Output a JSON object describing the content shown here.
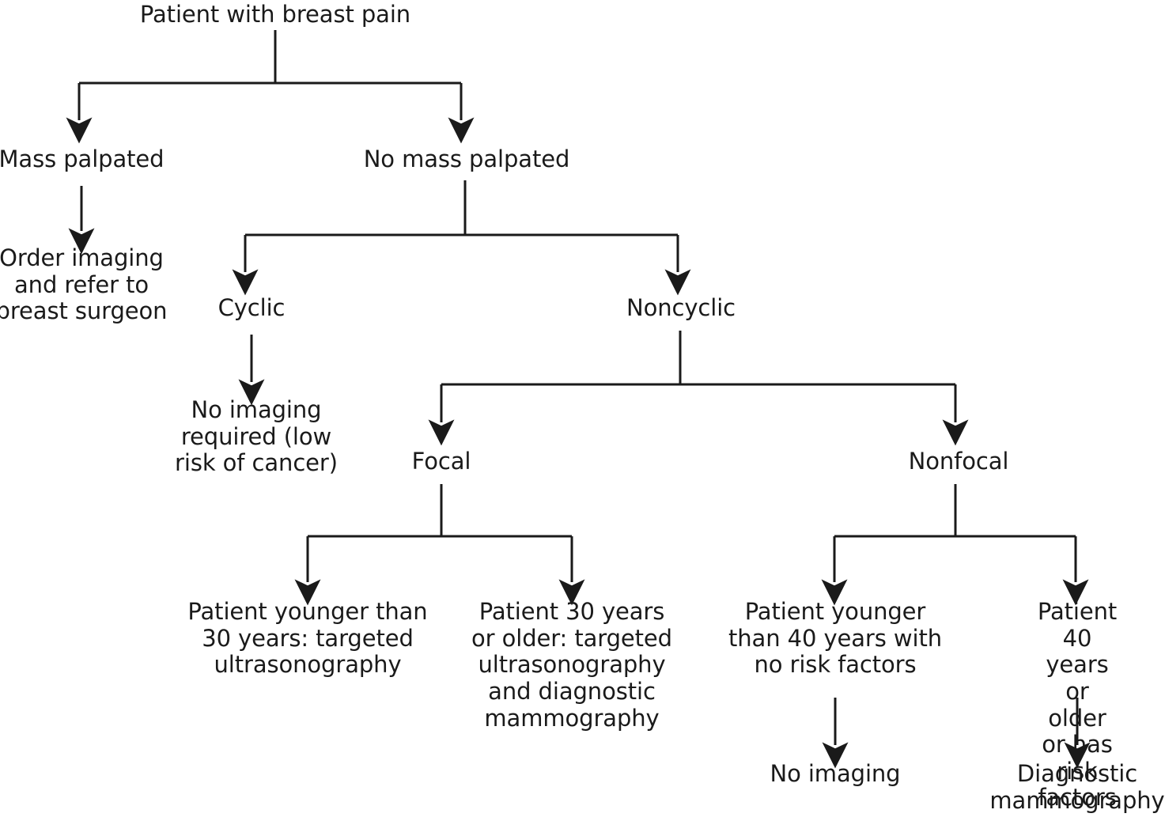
{
  "figure": {
    "type": "flowchart",
    "orientation": "top-down",
    "background_color": "#ffffff",
    "line_color": "#1a1a1a",
    "text_color": "#1a1a1a"
  },
  "nodes": {
    "root": "Patient with breast pain",
    "mass_palpated": "Mass palpated",
    "order_imaging": "Order imaging\nand refer to\nbreast surgeon",
    "no_mass_palpated": "No mass palpated",
    "cyclic": "Cyclic",
    "no_imaging_required": "No imaging\nrequired (low\nrisk of cancer)",
    "noncyclic": "Noncyclic",
    "focal": "Focal",
    "nonfocal": "Nonfocal",
    "focal_young": "Patient younger than\n30 years: targeted\nultrasonography",
    "focal_older": "Patient 30 years\nor older: targeted\nultrasonography\nand diagnostic\nmammography",
    "nonfocal_young": "Patient younger\nthan 40 years with\nno risk factors",
    "nonfocal_older": "Patient 40 years\nor older or has\nrisk factors",
    "nonfocal_young_result": "No imaging",
    "nonfocal_older_result": "Diagnostic\nmammography"
  },
  "edges": [
    {
      "from": "root",
      "to": "mass_palpated",
      "style": "elbow-arrow"
    },
    {
      "from": "root",
      "to": "no_mass_palpated",
      "style": "elbow-arrow"
    },
    {
      "from": "mass_palpated",
      "to": "order_imaging",
      "style": "straight-arrow"
    },
    {
      "from": "no_mass_palpated",
      "to": "cyclic",
      "style": "elbow-arrow"
    },
    {
      "from": "no_mass_palpated",
      "to": "noncyclic",
      "style": "elbow-arrow"
    },
    {
      "from": "cyclic",
      "to": "no_imaging_required",
      "style": "straight-arrow"
    },
    {
      "from": "noncyclic",
      "to": "focal",
      "style": "elbow-arrow"
    },
    {
      "from": "noncyclic",
      "to": "nonfocal",
      "style": "elbow-arrow"
    },
    {
      "from": "focal",
      "to": "focal_young",
      "style": "elbow-arrow"
    },
    {
      "from": "focal",
      "to": "focal_older",
      "style": "elbow-arrow"
    },
    {
      "from": "nonfocal",
      "to": "nonfocal_young",
      "style": "elbow-arrow"
    },
    {
      "from": "nonfocal",
      "to": "nonfocal_older",
      "style": "elbow-arrow"
    },
    {
      "from": "nonfocal_young",
      "to": "nonfocal_young_result",
      "style": "straight-arrow"
    },
    {
      "from": "nonfocal_older",
      "to": "nonfocal_older_result",
      "style": "straight-arrow"
    }
  ]
}
